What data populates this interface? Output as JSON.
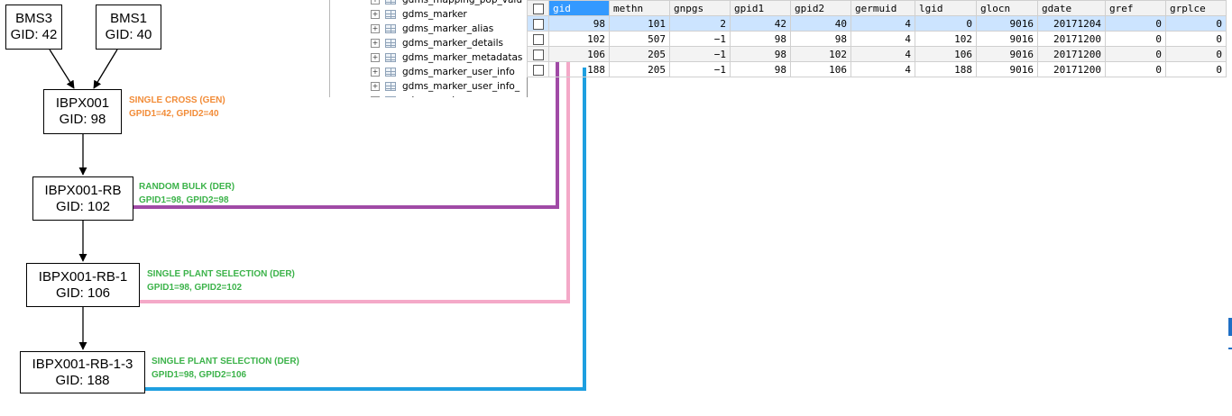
{
  "pedigree": {
    "nodes": [
      {
        "id": "bms3",
        "name": "BMS3",
        "gid": "GID: 42"
      },
      {
        "id": "bms1",
        "name": "BMS1",
        "gid": "GID: 40"
      },
      {
        "id": "ibpx001",
        "name": "IBPX001",
        "gid": "GID: 98"
      },
      {
        "id": "ibpx001-rb",
        "name": "IBPX001-RB",
        "gid": "GID: 102"
      },
      {
        "id": "ibpx001-rb-1",
        "name": "IBPX001-RB-1",
        "gid": "GID: 106"
      },
      {
        "id": "ibpx001-rb-1-3",
        "name": "IBPX001-RB-1-3",
        "gid": "GID: 188"
      }
    ],
    "notes": [
      {
        "method": "SINGLE CROSS (GEN)",
        "parents": "GPID1=42, GPID2=40",
        "color": "#f28c38"
      },
      {
        "method": "RANDOM BULK (DER)",
        "parents": "GPID1=98, GPID2=98",
        "color": "#3cb34a"
      },
      {
        "method": "SINGLE PLANT SELECTION (DER)",
        "parents": "GPID1=98, GPID2=102",
        "color": "#3cb34a"
      },
      {
        "method": "SINGLE PLANT SELECTION (DER)",
        "parents": "GPID1=98, GPID2=106",
        "color": "#3cb34a"
      }
    ],
    "connector_colors": [
      "#a04aa6",
      "#f4a9c8",
      "#1e9fe0"
    ]
  },
  "tree": {
    "items": [
      {
        "label": "gdms_mapping_pop_valu"
      },
      {
        "label": "gdms_marker"
      },
      {
        "label": "gdms_marker_alias"
      },
      {
        "label": "gdms_marker_details"
      },
      {
        "label": "gdms_marker_metadatas"
      },
      {
        "label": "gdms_marker_user_info"
      },
      {
        "label": "gdms_marker_user_info_"
      },
      {
        "label": "gdms_markn"
      }
    ]
  },
  "grid": {
    "columns": [
      "gid",
      "methn",
      "gnpgs",
      "gpid1",
      "gpid2",
      "germuid",
      "lgid",
      "glocn",
      "gdate",
      "gref",
      "grplce"
    ],
    "rows": [
      [
        "98",
        "101",
        "2",
        "42",
        "40",
        "4",
        "0",
        "9016",
        "20171204",
        "0",
        "0"
      ],
      [
        "102",
        "507",
        "−1",
        "98",
        "98",
        "4",
        "102",
        "9016",
        "20171200",
        "0",
        "0"
      ],
      [
        "106",
        "205",
        "−1",
        "98",
        "102",
        "4",
        "106",
        "9016",
        "20171200",
        "0",
        "0"
      ],
      [
        "188",
        "205",
        "−1",
        "98",
        "106",
        "4",
        "188",
        "9016",
        "20171200",
        "0",
        "0"
      ]
    ]
  }
}
